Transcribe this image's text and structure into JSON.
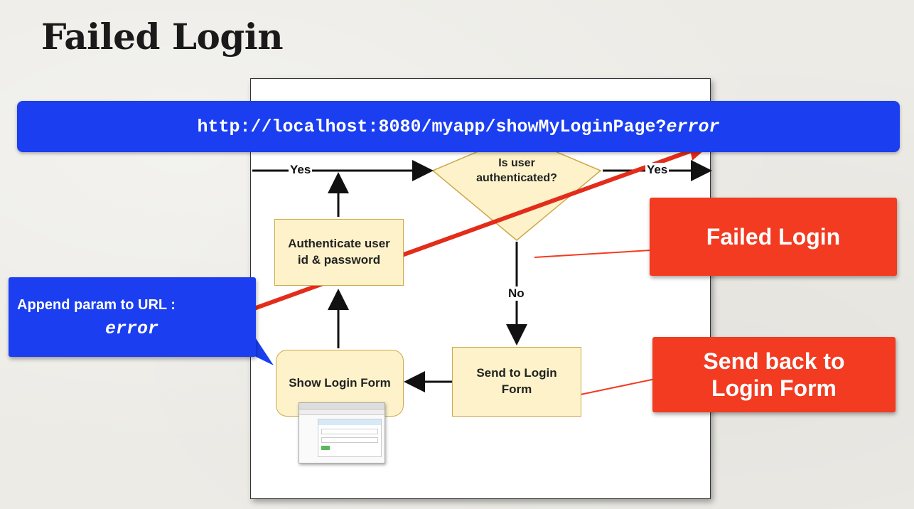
{
  "title": "Failed Login",
  "url": {
    "base": "http://localhost:8080/myapp/showMyLoginPage?",
    "param": "error"
  },
  "flowchart": {
    "decision": "Is user authenticated?",
    "authenticate": "Authenticate user id & password",
    "show_login_form": "Show Login Form",
    "send_to_login_form": "Send to Login Form",
    "edge_yes_left": "Yes",
    "edge_yes_right": "Yes",
    "edge_no": "No"
  },
  "callouts": {
    "failed_login": "Failed Login",
    "send_back": "Send back to Login Form",
    "append_param_line1": "Append param to URL :",
    "append_param_line2": "error"
  },
  "colors": {
    "blue": "#1a3ef0",
    "red": "#f23b21",
    "box_fill": "#fdf2c9"
  }
}
